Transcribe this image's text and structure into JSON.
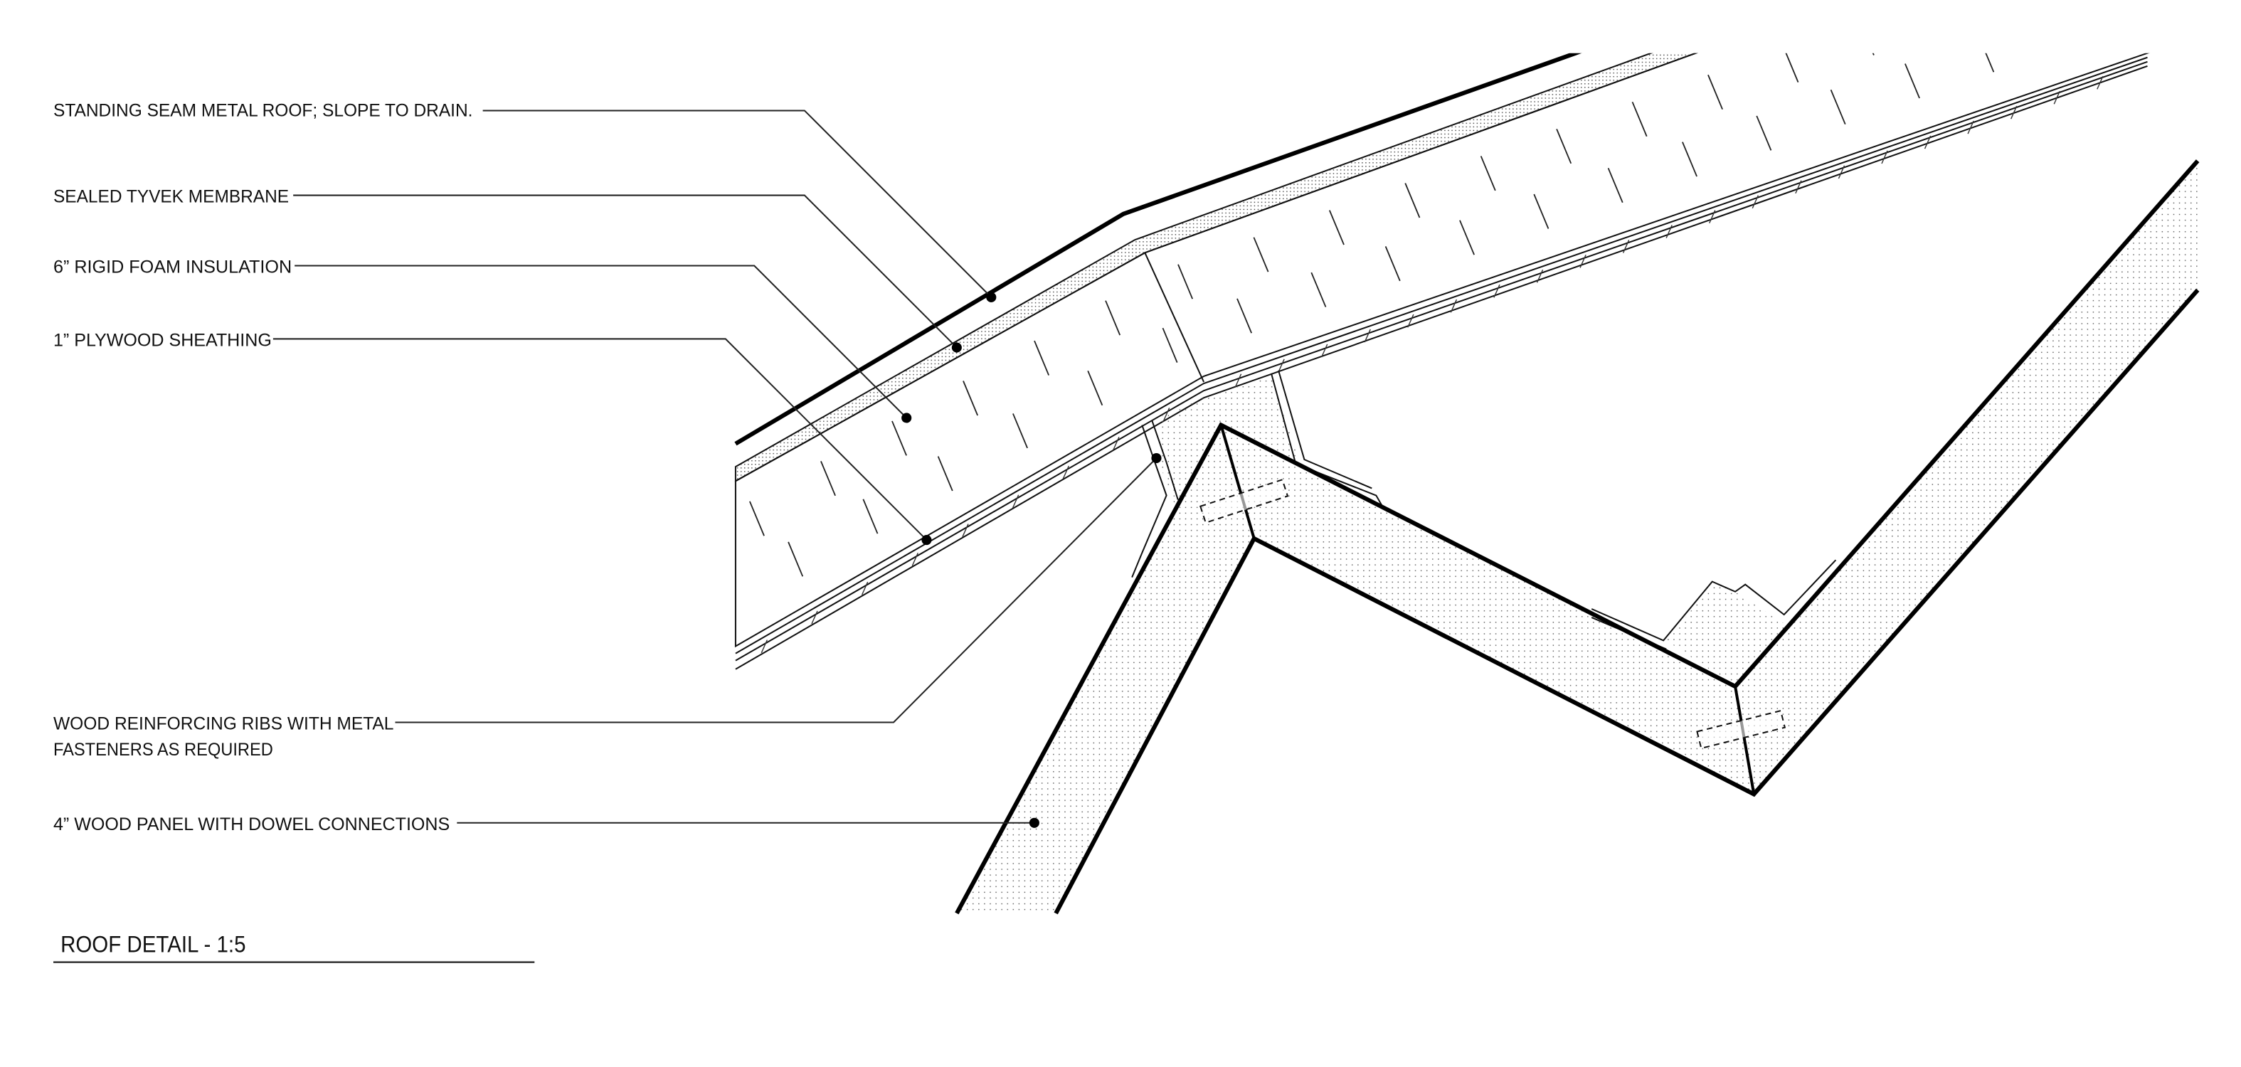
{
  "drawing": {
    "title": "ROOF DETAIL - 1:5",
    "callouts": [
      {
        "text": "STANDING SEAM METAL ROOF; SLOPE TO DRAIN."
      },
      {
        "text": "SEALED TYVEK MEMBRANE"
      },
      {
        "text": "6” RIGID FOAM INSULATION"
      },
      {
        "text": "1” PLYWOOD SHEATHING"
      },
      {
        "text": "WOOD REINFORCING RIBS WITH METAL",
        "text2": "FASTENERS AS REQUIRED"
      },
      {
        "text": "4” WOOD PANEL WITH DOWEL CONNECTIONS"
      }
    ]
  },
  "colors": {
    "ink": "#111111",
    "background": "#ffffff"
  }
}
